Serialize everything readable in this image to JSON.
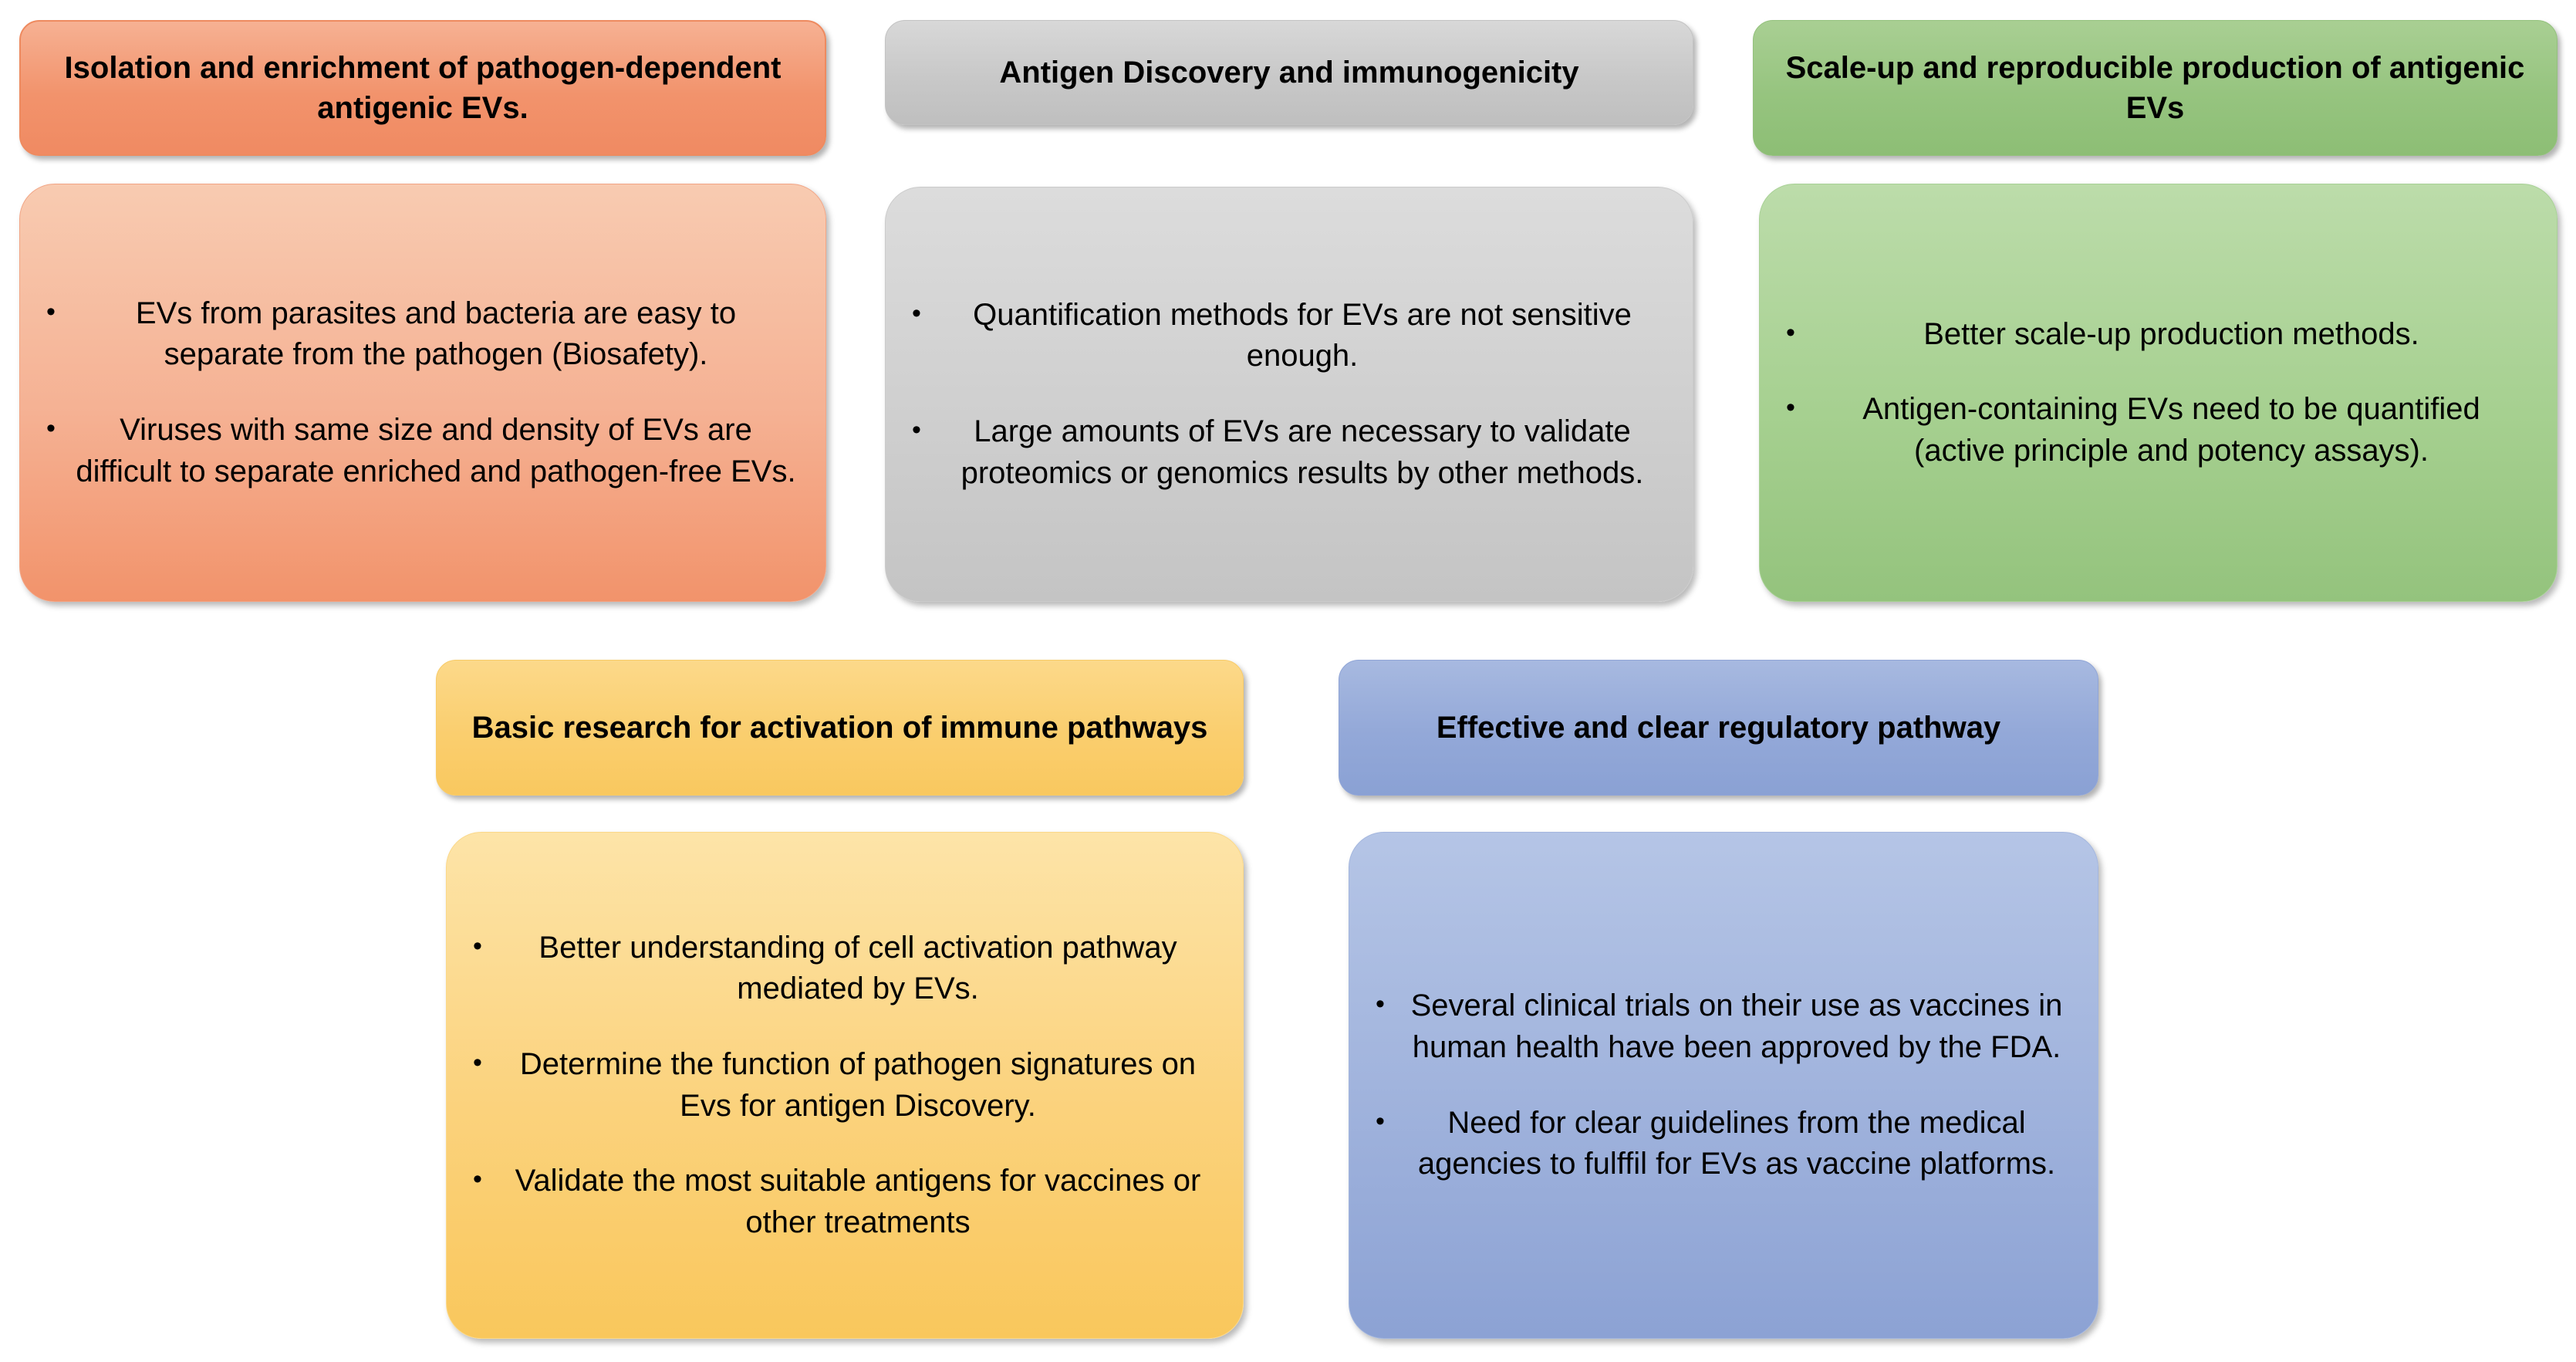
{
  "diagram": {
    "type": "grouped-callout-boxes",
    "columns": 3,
    "rows": 2,
    "cards": [
      {
        "id": "isolation",
        "header": "Isolation and enrichment of pathogen-dependent antigenic EVs.",
        "accent": "#F2936C",
        "bullets": [
          "EVs from parasites and bacteria are easy to separate from the pathogen (Biosafety).",
          "Viruses with same size and density of EVs are difficult to separate enriched and pathogen-free EVs."
        ]
      },
      {
        "id": "antigen",
        "header": "Antigen Discovery and immunogenicity",
        "accent": "#C8C8C8",
        "bullets": [
          "Quantification methods for EVs are not sensitive enough.",
          "Large amounts of EVs are necessary to validate proteomics or genomics results by other methods."
        ]
      },
      {
        "id": "scaleup",
        "header": "Scale-up and reproducible production of antigenic EVs",
        "accent": "#96C47F",
        "bullets": [
          "Better scale-up production methods.",
          "Antigen-containing EVs need to be quantified (active principle and potency assays)."
        ]
      },
      {
        "id": "basic",
        "header": "Basic research for activation of immune pathways",
        "accent": "#FACE6E",
        "bullets": [
          "Better understanding of cell activation pathway mediated by EVs.",
          "Determine the function of pathogen signatures on Evs for antigen Discovery.",
          "Validate the most suitable antigens for vaccines or other treatments"
        ]
      },
      {
        "id": "regulatory",
        "header": "Effective and clear regulatory pathway",
        "accent": "#93A8D8",
        "bullets": [
          "Several clinical trials on their use as vaccines in human health have been approved by the FDA.",
          " Need for clear guidelines from the medical agencies to fulffil for EVs as vaccine platforms."
        ]
      }
    ],
    "bullet_glyph": "•"
  }
}
